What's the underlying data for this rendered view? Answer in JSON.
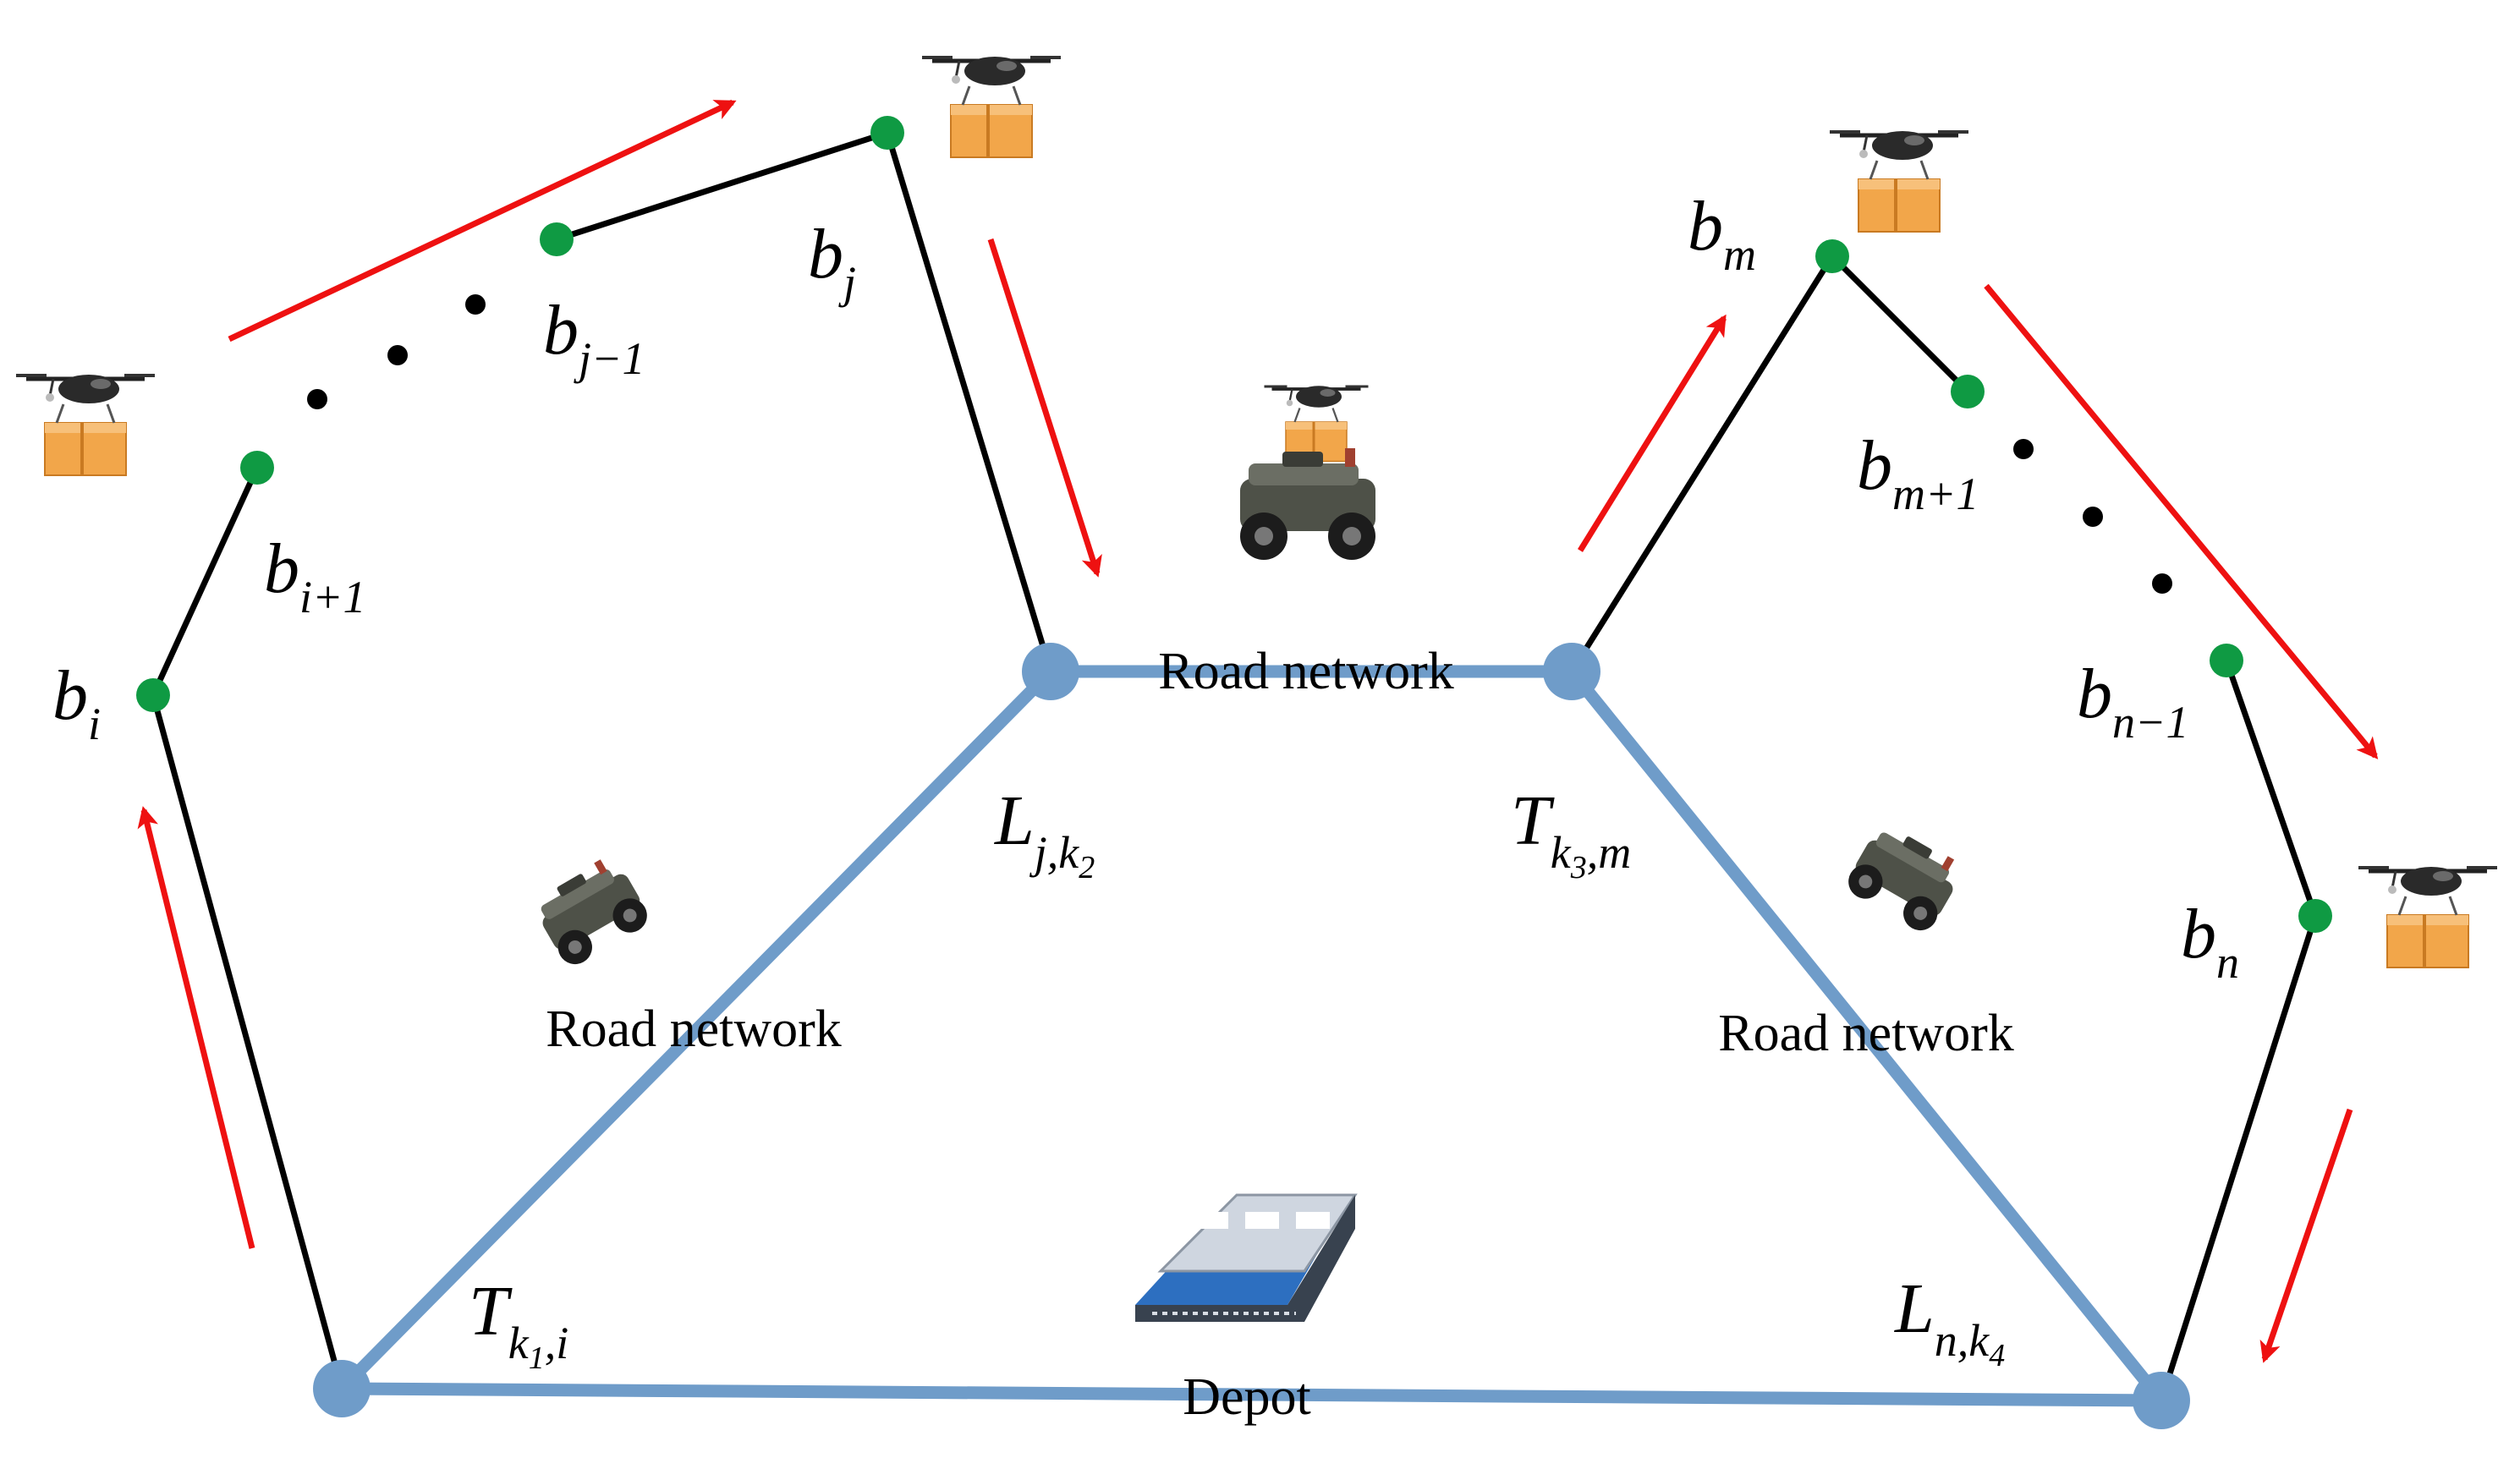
{
  "labels": {
    "road_top": "Road network",
    "road_left": "Road network",
    "road_right": "Road network",
    "depot": "Depot"
  },
  "nodes": {
    "b_i": {
      "main": "b",
      "sub": "i"
    },
    "b_i1": {
      "main": "b",
      "sub": "i+1"
    },
    "b_j1": {
      "main": "b",
      "sub": "j−1"
    },
    "b_j": {
      "main": "b",
      "sub": "j"
    },
    "b_m": {
      "main": "b",
      "sub": "m"
    },
    "b_m1": {
      "main": "b",
      "sub": "m+1"
    },
    "b_n1": {
      "main": "b",
      "sub": "n−1"
    },
    "b_n": {
      "main": "b",
      "sub": "n"
    },
    "T_k1_i": {
      "main": "T",
      "sub_pre": "k",
      "sub_num": "1",
      "sub_post": ",i"
    },
    "L_j_k2": {
      "main": "L",
      "sub_pre": "j,k",
      "sub_num": "2",
      "sub_post": ""
    },
    "T_k3_m": {
      "main": "T",
      "sub_pre": "k",
      "sub_num": "3",
      "sub_post": ",m"
    },
    "L_n_k4": {
      "main": "L",
      "sub_pre": "n,k",
      "sub_num": "4",
      "sub_post": ""
    }
  },
  "colors": {
    "road": "#6f9cc9",
    "drone_path": "#000000",
    "customer_node": "#0f9a43",
    "arrow": "#ee1111",
    "dots": "#000000"
  },
  "icons": [
    "drone-with-package-icon",
    "ground-vehicle-icon",
    "depot-building-icon"
  ]
}
